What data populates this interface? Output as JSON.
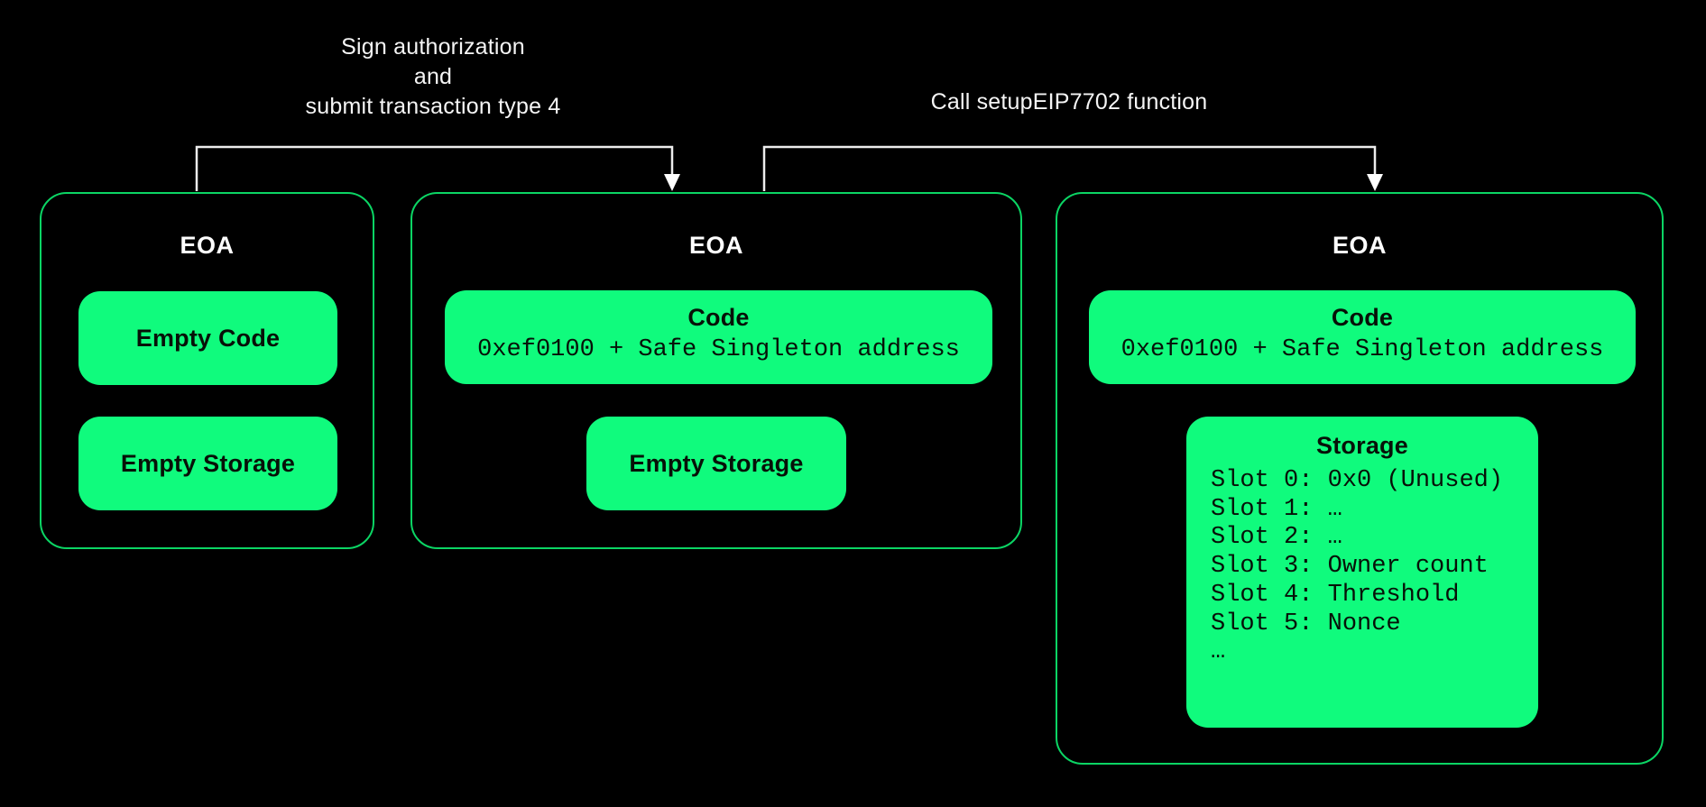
{
  "colors": {
    "background": "#000000",
    "card_border": "#0bd564",
    "chip_fill": "#10fb7d",
    "chip_text": "#071108",
    "title_text": "#ffffff",
    "arrow": "#ededed"
  },
  "connectors": [
    {
      "from": "eoa-card-1",
      "to": "eoa-card-2",
      "label_lines": [
        "Sign authorization",
        "and",
        "submit transaction type 4"
      ]
    },
    {
      "from": "eoa-card-2",
      "to": "eoa-card-3",
      "label_lines": [
        "Call setupEIP7702 function"
      ]
    }
  ],
  "cards": [
    {
      "title": "EOA",
      "blocks": [
        {
          "type": "plain",
          "text": "Empty Code"
        },
        {
          "type": "plain",
          "text": "Empty Storage"
        }
      ]
    },
    {
      "title": "EOA",
      "blocks": [
        {
          "type": "code",
          "title": "Code",
          "subtitle": "0xef0100 + Safe Singleton address"
        },
        {
          "type": "plain",
          "text": "Empty Storage"
        }
      ]
    },
    {
      "title": "EOA",
      "blocks": [
        {
          "type": "code",
          "title": "Code",
          "subtitle": "0xef0100 + Safe Singleton address"
        },
        {
          "type": "storage",
          "title": "Storage",
          "slots": [
            "Slot 0: 0x0 (Unused)",
            "Slot 1: …",
            "Slot 2: …",
            "Slot 3: Owner count",
            "Slot 4: Threshold",
            "Slot 5: Nonce",
            "…"
          ]
        }
      ]
    }
  ]
}
